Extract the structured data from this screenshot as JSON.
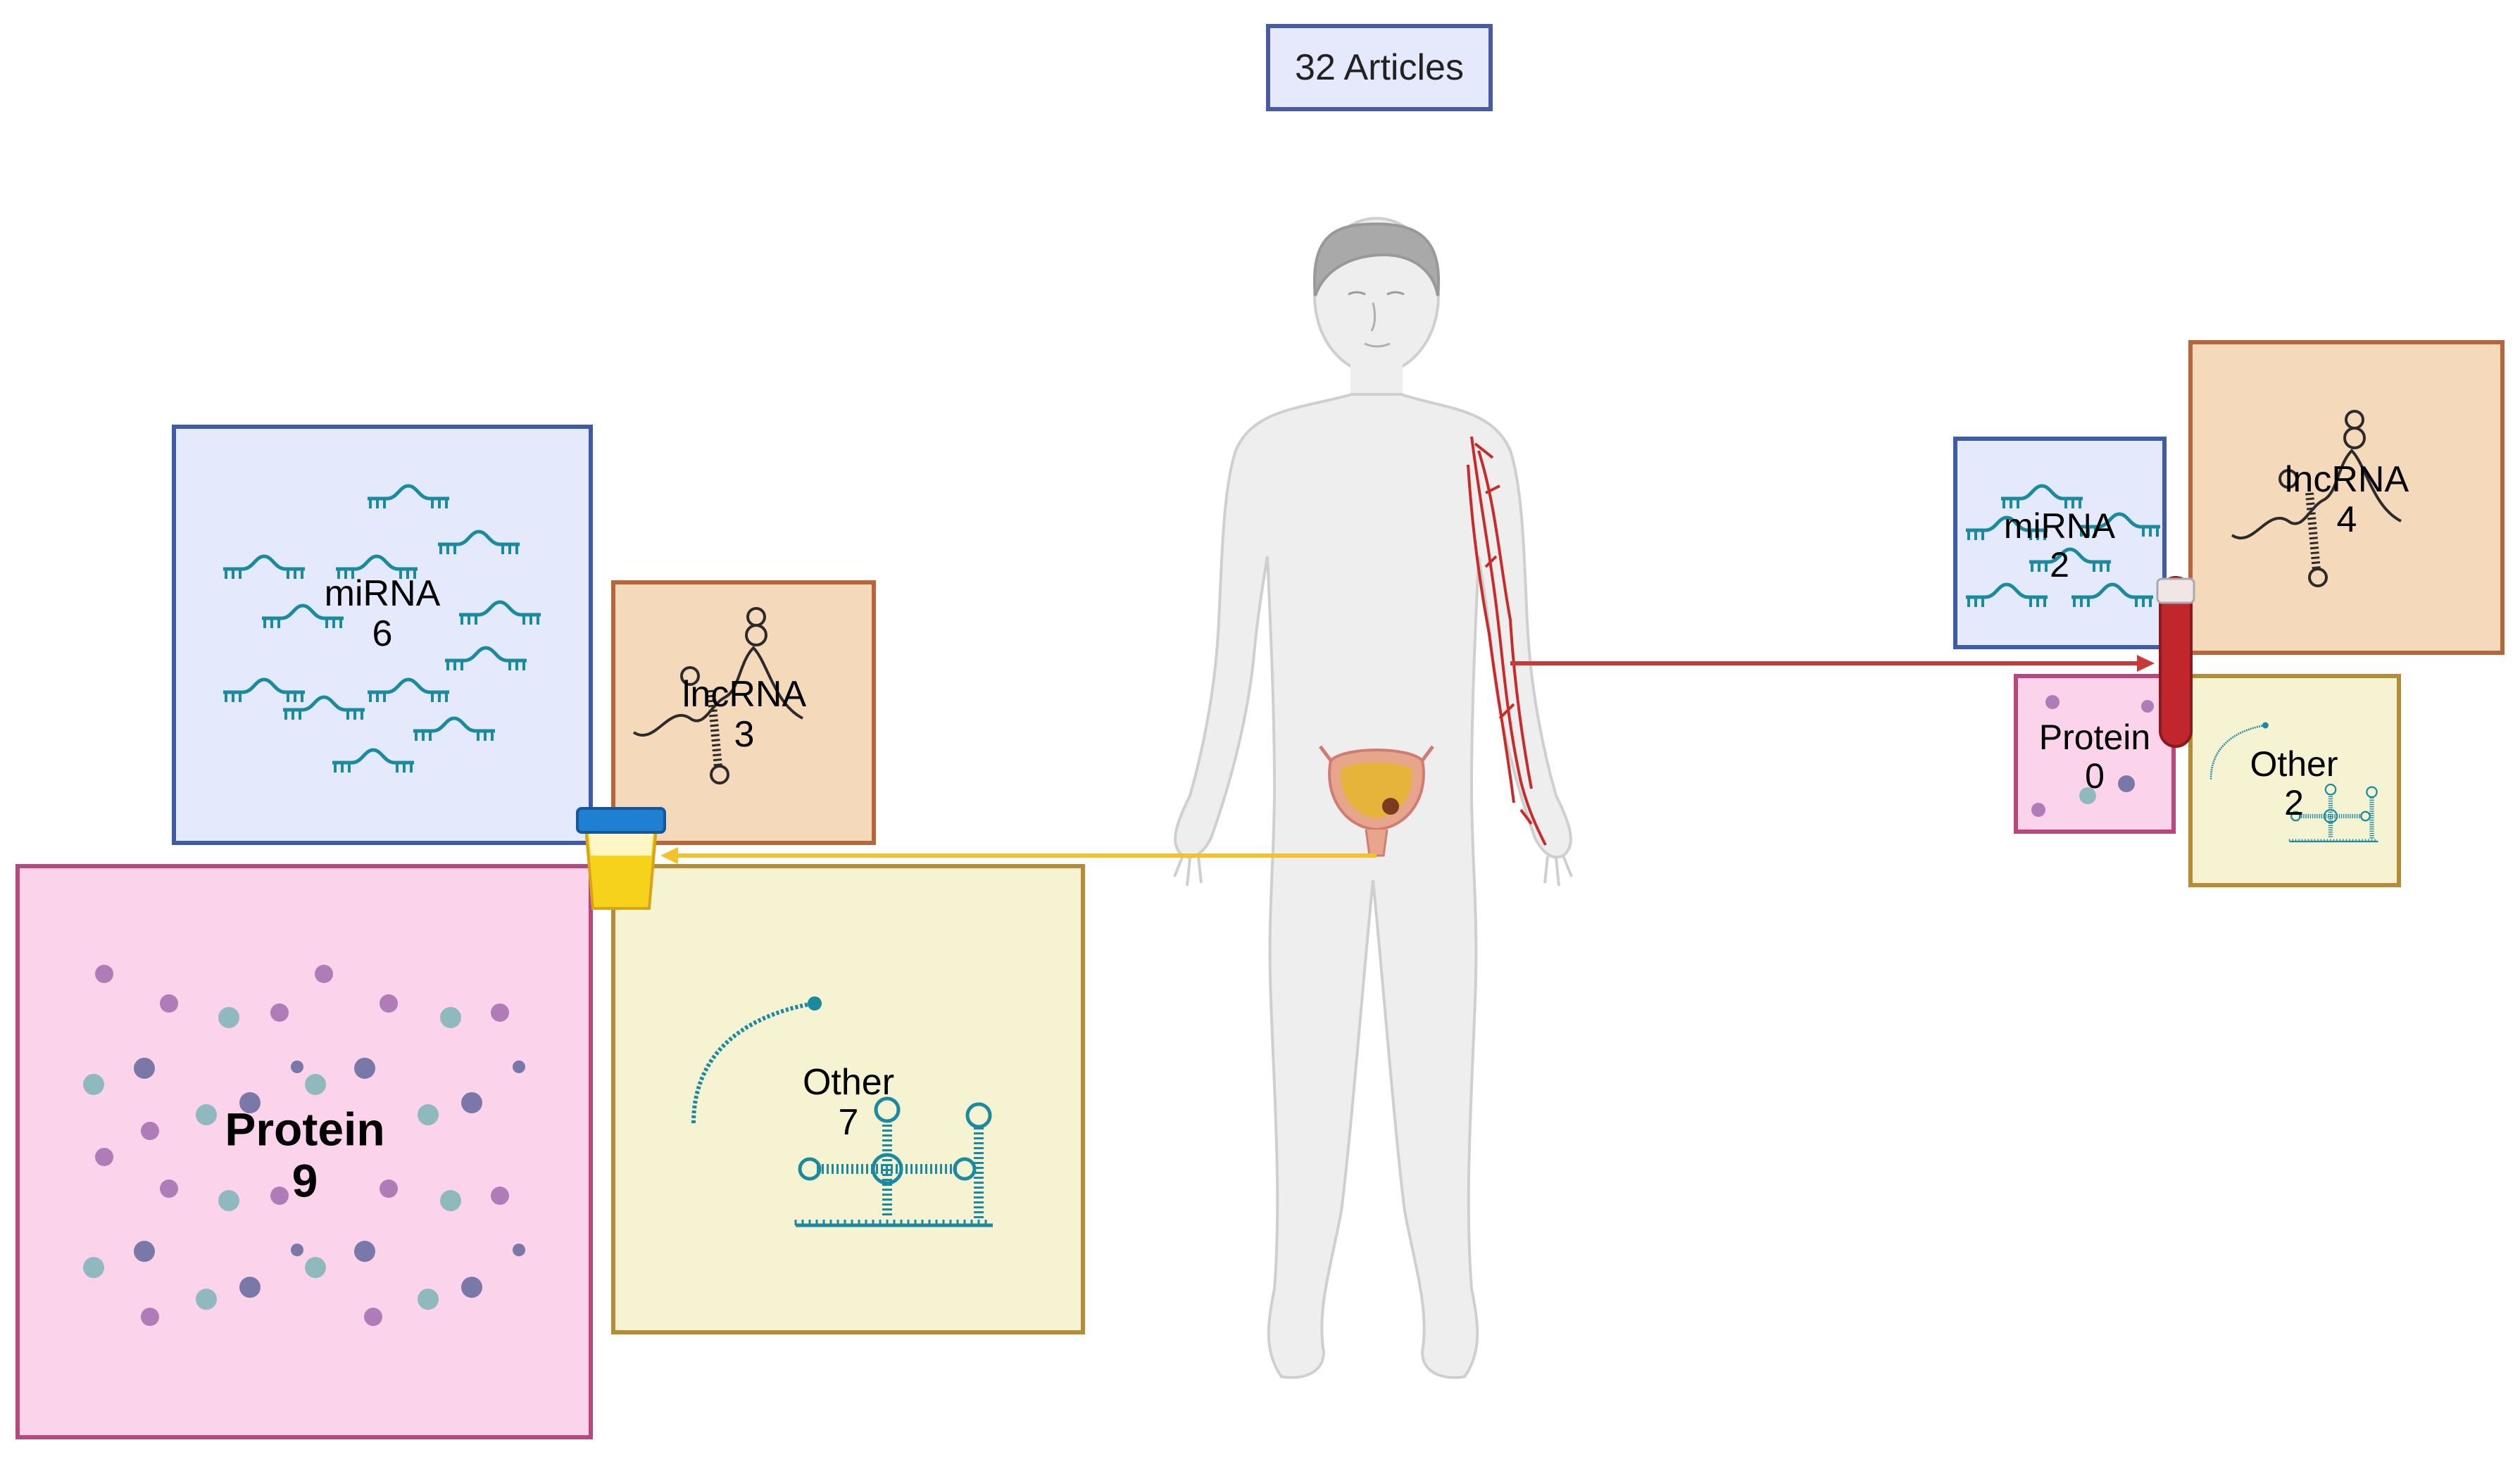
{
  "title": "32 Articles",
  "colors": {
    "mirna_fill": "#e4eafb",
    "mirna_border": "#3f5ba8",
    "lncrna_fill": "#f5d9bb",
    "lncrna_border": "#b7653a",
    "protein_fill": "#fbd4ec",
    "protein_border": "#b6487d",
    "other_fill": "#f6f3d3",
    "other_border": "#b48c36",
    "blood_arrow": "#c73a3a",
    "urine_arrow": "#f2c12e",
    "molecule": "#1a8aa0"
  },
  "urine": {
    "mirna": {
      "name": "miRNA",
      "count": "6"
    },
    "lncrna": {
      "name": "lncRNA",
      "count": "3"
    },
    "protein": {
      "name": "Protein",
      "count": "9"
    },
    "other": {
      "name": "Other",
      "count": "7"
    }
  },
  "blood": {
    "mirna": {
      "name": "miRNA",
      "count": "2"
    },
    "lncrna": {
      "name": "lncRNA",
      "count": "4"
    },
    "protein": {
      "name": "Protein",
      "count": "0"
    },
    "other": {
      "name": "Other",
      "count": "2"
    }
  },
  "icons": [
    "human-body-icon",
    "bladder-icon",
    "blood-vessel-icon",
    "urine-cup-icon",
    "blood-tube-icon",
    "mirna-icon",
    "lncrna-icon",
    "protein-dot-icon",
    "rna-structure-icon"
  ]
}
